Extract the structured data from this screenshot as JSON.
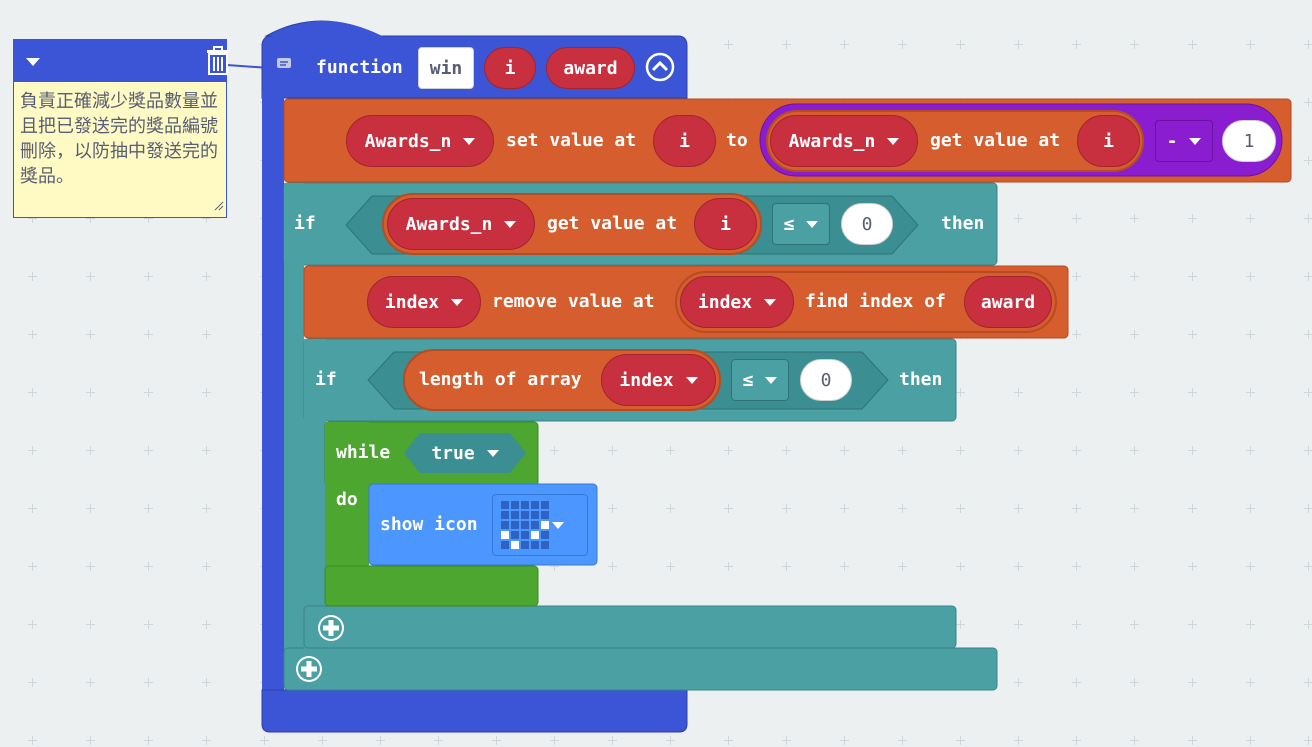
{
  "comment": {
    "text": "負責正確減少獎品數量並且把已發送完的獎品編號刪除，以防抽中發送完的獎品。"
  },
  "function_block": {
    "keyword": "function",
    "name": "win",
    "params": [
      "i",
      "award"
    ]
  },
  "set_block": {
    "array": "Awards_n",
    "set_label": "set value at",
    "index": "i",
    "to_label": "to",
    "get_array": "Awards_n",
    "get_label": "get value at",
    "get_index": "i",
    "operator": "-",
    "operand": "1"
  },
  "if_outer": {
    "if_label": "if",
    "array": "Awards_n",
    "get_label": "get value at",
    "index": "i",
    "operator": "≤",
    "value": "0",
    "then_label": "then"
  },
  "remove_block": {
    "array": "index",
    "remove_label": "remove value at",
    "inner_array": "index",
    "find_label": "find index of",
    "find_value": "award"
  },
  "if_inner": {
    "if_label": "if",
    "length_label": "length of array",
    "array": "index",
    "operator": "≤",
    "value": "0",
    "then_label": "then"
  },
  "while_block": {
    "while_label": "while",
    "condition": "true",
    "do_label": "do"
  },
  "show_icon": {
    "label": "show icon",
    "grid": [
      [
        0,
        0,
        0,
        0,
        0
      ],
      [
        0,
        0,
        0,
        0,
        0
      ],
      [
        0,
        0,
        0,
        0,
        1
      ],
      [
        1,
        0,
        0,
        1,
        0
      ],
      [
        0,
        1,
        0,
        0,
        0
      ]
    ]
  },
  "colors": {
    "function": "#3b55d6",
    "variable": "#c8303f",
    "array": "#d65d2e",
    "logic": "#4aa0a3",
    "loop": "#4ca630",
    "basic": "#4c97ff",
    "math": "#8a1dd0"
  }
}
